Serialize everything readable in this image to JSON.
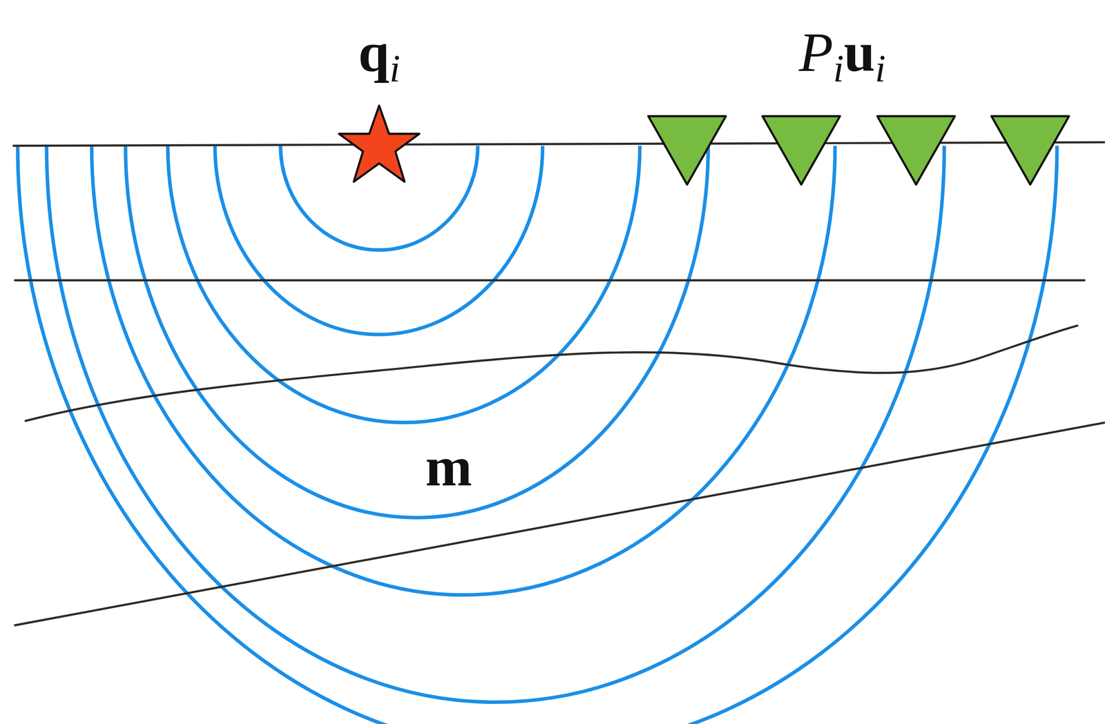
{
  "diagram": {
    "labels": [
      "q",
      "i",
      "P",
      "i",
      "u",
      "i",
      "m"
    ]
  }
}
